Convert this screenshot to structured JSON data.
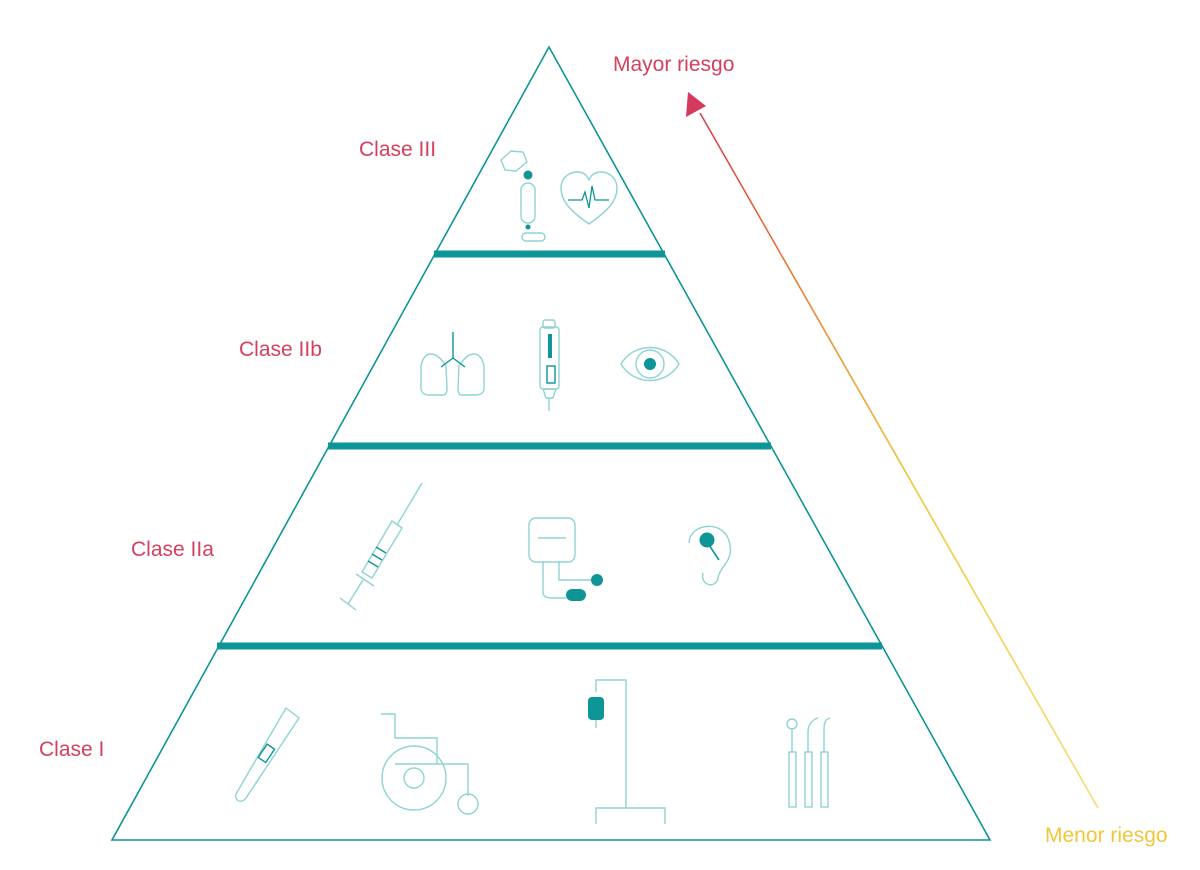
{
  "colors": {
    "class_label": "#d5405e",
    "teal": "#0e9597",
    "teal_light": "#8fd3d3",
    "arrow_top": "#d33a5b",
    "arrow_mid": "#e87c32",
    "arrow_bottom": "#f0c73a"
  },
  "risk": {
    "top_label": "Mayor riesgo",
    "bottom_label": "Menor riesgo"
  },
  "classes": [
    {
      "label": "Clase III",
      "icons": [
        "implant-icon",
        "heart-monitor-icon"
      ]
    },
    {
      "label": "Clase IIb",
      "icons": [
        "lungs-icon",
        "insulin-pen-icon",
        "eye-icon"
      ]
    },
    {
      "label": "Clase IIa",
      "icons": [
        "syringe-icon",
        "blood-bag-icon",
        "hearing-aid-icon"
      ]
    },
    {
      "label": "Clase I",
      "icons": [
        "thermometer-icon",
        "wheelchair-icon",
        "iv-stand-icon",
        "dental-tools-icon"
      ]
    }
  ]
}
